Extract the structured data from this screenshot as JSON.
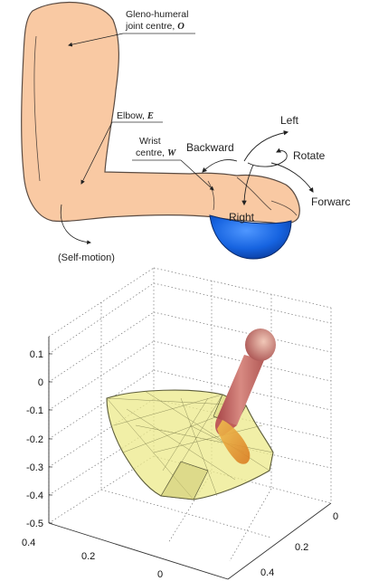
{
  "diagram": {
    "labels": {
      "gleno_line1": "Gleno-humeral",
      "gleno_line2": "joint centre,",
      "gleno_symbol": "O",
      "elbow_text": "Elbow,",
      "elbow_symbol": "E",
      "wrist_line1": "Wrist",
      "wrist_line2": "centre,",
      "wrist_symbol": "W",
      "self_motion": "(Self-motion)",
      "left": "Left",
      "backward": "Backward",
      "rotate": "Rotate",
      "forward": "Forwarc",
      "right": "Right"
    },
    "colors": {
      "skin": "#f9c9a3",
      "skin_outline": "#5a4b42",
      "ball": "#1663e0",
      "ball_dark": "#0a3b9c"
    }
  },
  "plot3d": {
    "z_ticks": [
      "0.1",
      "0",
      "-0.1",
      "-0.2",
      "-0.3",
      "-0.4",
      "-0.5"
    ],
    "x_ticks": [
      "0.4",
      "0.2",
      "0"
    ],
    "y_ticks": [
      "0",
      "0.2",
      "0.4"
    ],
    "colors": {
      "volume": "#ece98a",
      "volume_edge": "#5c5c3a",
      "arm": "#c8706a",
      "hand": "#e8a040"
    }
  }
}
